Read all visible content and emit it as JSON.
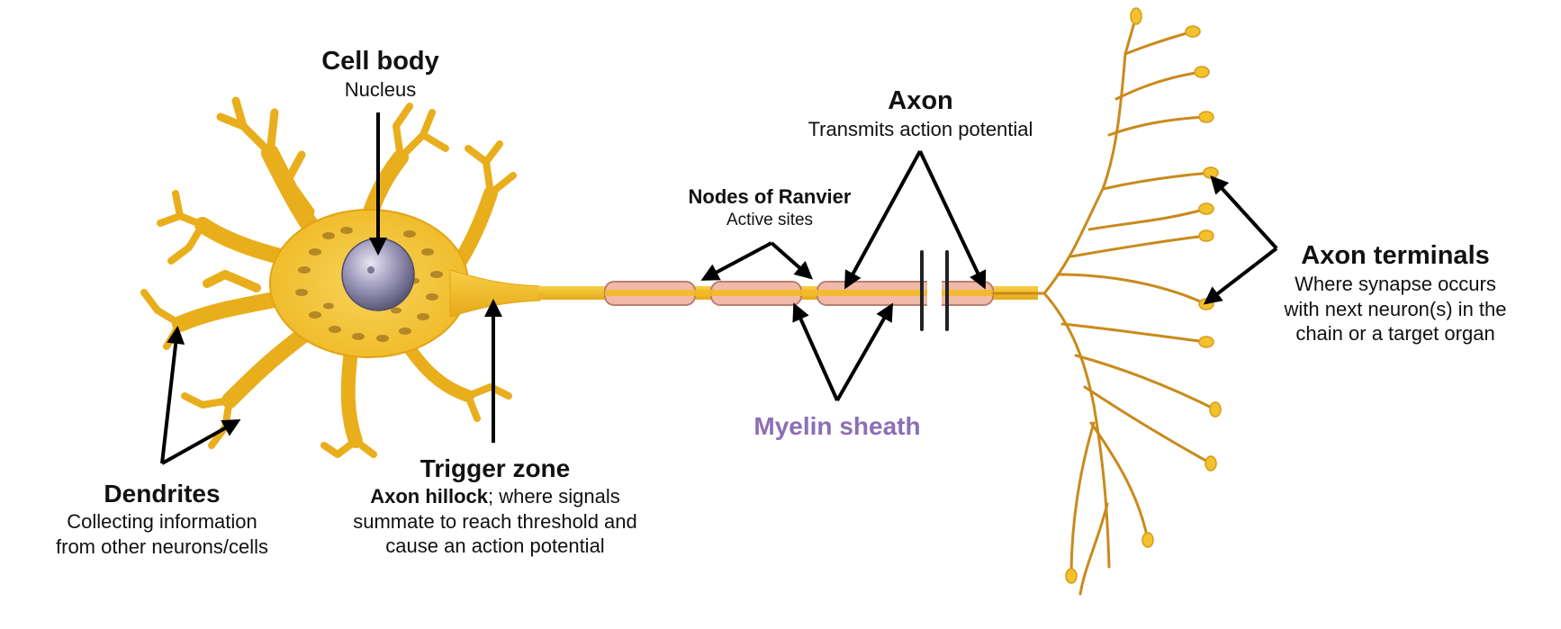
{
  "labels": {
    "cell_body": {
      "title": "Cell body",
      "subtitle": "Nucleus"
    },
    "axon": {
      "title": "Axon",
      "subtitle": "Transmits action potential"
    },
    "nodes": {
      "title": "Nodes of Ranvier",
      "subtitle": "Active sites"
    },
    "terminals": {
      "title": "Axon terminals",
      "lines": [
        "Where synapse occurs",
        "with next neuron(s) in the",
        "chain or a target organ"
      ]
    },
    "myelin": {
      "title": "Myelin sheath"
    },
    "trigger": {
      "title": "Trigger zone",
      "bold_lead": "Axon hillock",
      "lines_rest": [
        "; where signals",
        "summate to reach threshold and",
        "cause an action potential"
      ]
    },
    "dendrites": {
      "title": "Dendrites",
      "lines": [
        "Collecting information",
        "from other neurons/cells"
      ]
    }
  },
  "colors": {
    "neuron_fill": "#f2c12e",
    "neuron_dark": "#d99a16",
    "terminal_branch": "#c98a1c",
    "myelin_fill": "#f3b9a8",
    "myelin_edge": "#b88070",
    "nucleus": "#6d6b8c",
    "myelin_label": "#8b6fb5",
    "arrow": "#000000"
  }
}
